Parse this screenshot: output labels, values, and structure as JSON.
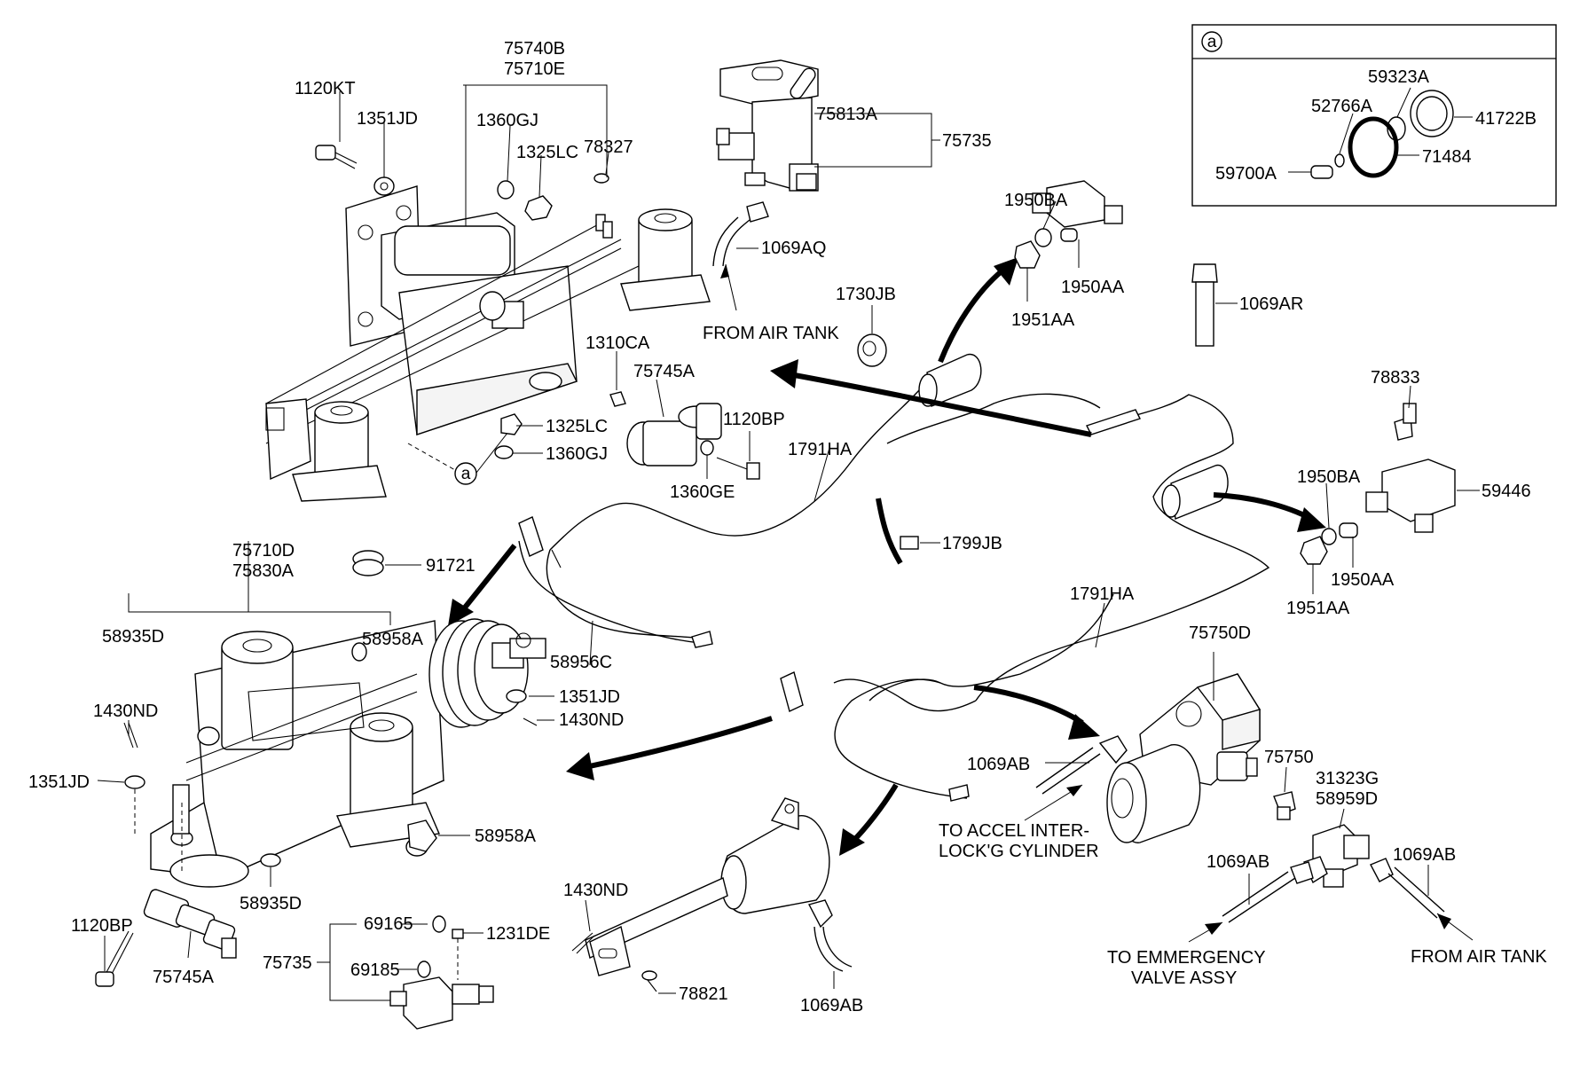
{
  "callout_circle": "a",
  "inset": {
    "marker": "a",
    "parts": [
      "59323A",
      "52766A",
      "41722B",
      "71484",
      "59700A"
    ]
  },
  "labels": {
    "p75740B": "75740B",
    "p75710E": "75710E",
    "p1120KT": "1120KT",
    "p1351JD_top": "1351JD",
    "p1360GJ_top": "1360GJ",
    "p1325LC_top": "1325LC",
    "p78327": "78327",
    "p75813A": "75813A",
    "p75735_top": "75735",
    "p1069AQ": "1069AQ",
    "from_air_tank_top": "FROM AIR TANK",
    "p1730JB": "1730JB",
    "p1310CA": "1310CA",
    "p75745A_mid": "75745A",
    "p1325LC_mid": "1325LC",
    "p1360GJ_mid": "1360GJ",
    "p1120BP_mid": "1120BP",
    "p1360GE": "1360GE",
    "p1791HA_top": "1791HA",
    "p1950BA_top": "1950BA",
    "p1950AA_top": "1950AA",
    "p1951AA_top": "1951AA",
    "p1069AR": "1069AR",
    "p78833": "78833",
    "p59446": "59446",
    "p1950BA_right": "1950BA",
    "p1950AA_right": "1950AA",
    "p1951AA_right": "1951AA",
    "p1799JB": "1799JB",
    "p75710D": "75710D",
    "p75830A": "75830A",
    "p91721": "91721",
    "p58935D_left": "58935D",
    "p58958A_top": "58958A",
    "p58956C": "58956C",
    "p1791HA_mid": "1791HA",
    "p75750D": "75750D",
    "p1430ND_left": "1430ND",
    "p1351JD_mid": "1351JD",
    "p1430ND_mid": "1430ND",
    "p1351JD_left": "1351JD",
    "p1069AB_mid": "1069AB",
    "to_accel_1": "TO ACCEL INTER-",
    "to_accel_2": "LOCK'G CYLINDER",
    "p75750": "75750",
    "p31323G": "31323G",
    "p58959D": "58959D",
    "p1069AB_right": "1069AB",
    "p1069AB_r2": "1069AB",
    "p58958A_bot": "58958A",
    "p58935D_bot": "58935D",
    "p1120BP_bot": "1120BP",
    "p75745A_bot": "75745A",
    "p69165": "69165",
    "p1231DE": "1231DE",
    "p75735_bot": "75735",
    "p69185": "69185",
    "p1430ND_bot": "1430ND",
    "p78821": "78821",
    "p1069AB_bot": "1069AB",
    "to_emergency_1": "TO EMMERGENCY",
    "to_emergency_2": "VALVE ASSY",
    "from_air_tank_right": "FROM AIR TANK"
  }
}
